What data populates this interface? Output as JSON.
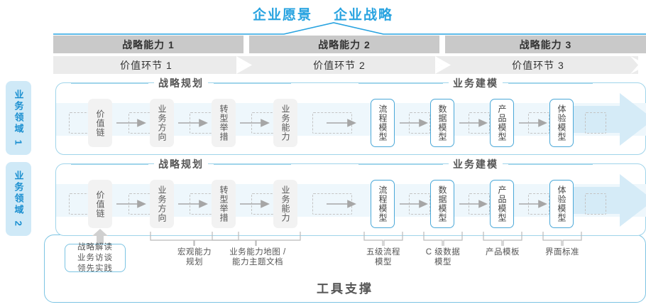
{
  "header": {
    "titles": [
      "企业愿景",
      "企业战略"
    ],
    "accent_color": "#28a3e0"
  },
  "capability_bar": {
    "items": [
      "战略能力 1",
      "战略能力 2",
      "战略能力 3"
    ],
    "bg_color": "#c9c9c9"
  },
  "value_bar": {
    "items": [
      "价值环节 1",
      "价值环节 2",
      "价值环节 3"
    ],
    "bg_color": "#ebebeb"
  },
  "side_labels": [
    "业务领域 1",
    "业务领域 2"
  ],
  "sections": {
    "planning": "战略规划",
    "modeling": "业务建模"
  },
  "nodes": {
    "planning": [
      "价值链",
      "业务方向",
      "转型举措",
      "业务能力"
    ],
    "modeling": [
      "流程模型",
      "数据模型",
      "产品模型",
      "体验模型"
    ]
  },
  "annotations": {
    "tool_box": [
      "战略解读",
      "业务访谈",
      "领先实践"
    ],
    "items": [
      "宏观能力\n规划",
      "业务能力地图 /\n能力主题文档",
      "五级流程\n模型",
      "C 级数据\n模型",
      "产品模板",
      "界面标准"
    ]
  },
  "footer": {
    "title": "工具支撑"
  }
}
